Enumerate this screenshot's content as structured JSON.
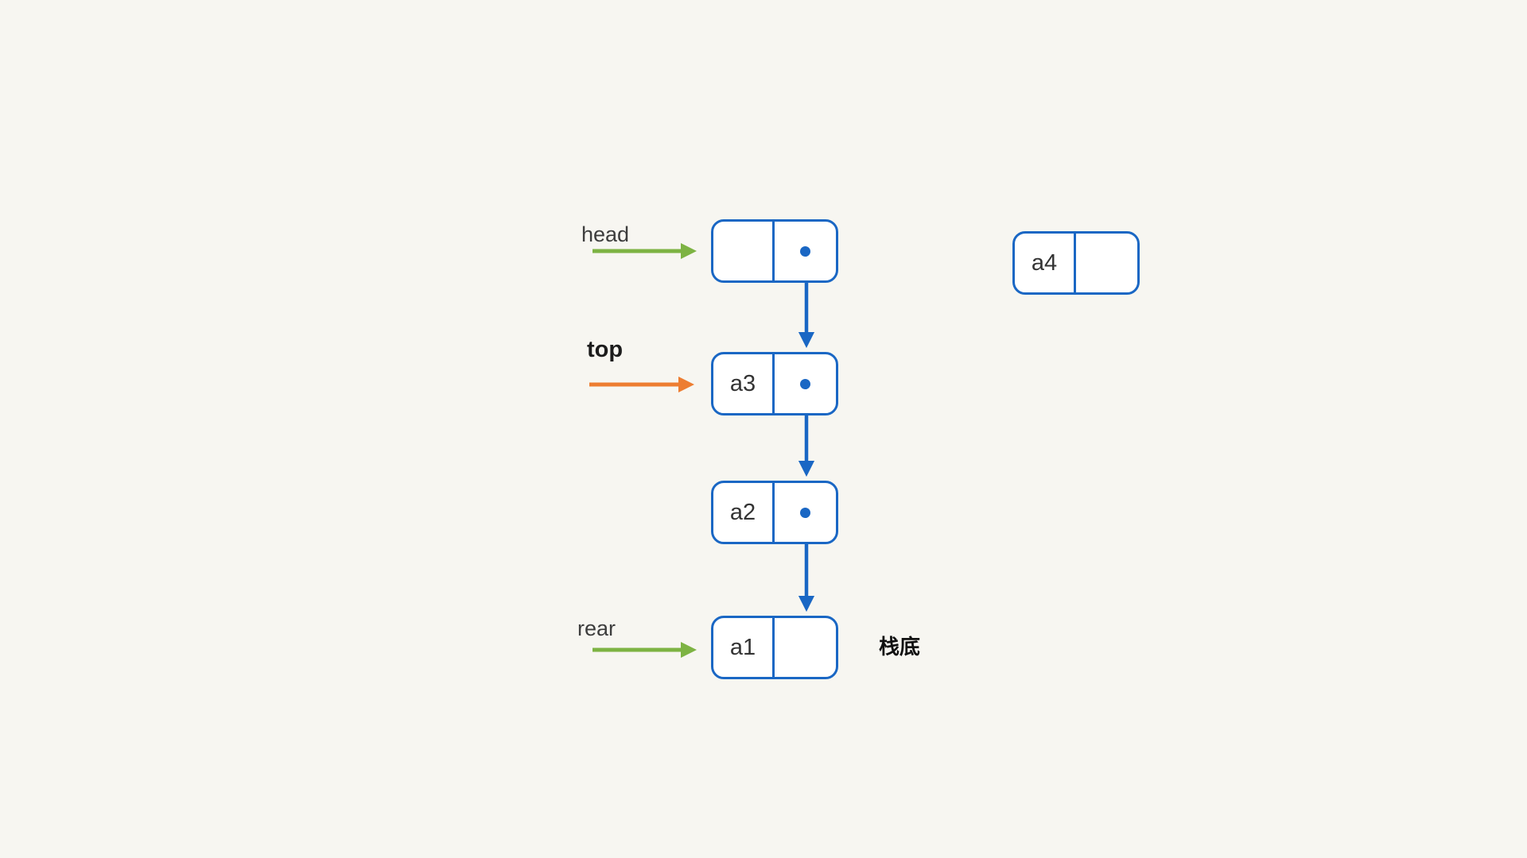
{
  "diagram": {
    "pointer_labels": {
      "head": "head",
      "top": "top",
      "rear": "rear"
    },
    "annotations": {
      "stack_bottom": "栈底"
    },
    "nodes": {
      "head": {
        "data": ""
      },
      "a3": {
        "data": "a3"
      },
      "a2": {
        "data": "a2"
      },
      "a1": {
        "data": "a1"
      },
      "a4": {
        "data": "a4"
      }
    },
    "colors": {
      "background": "#f7f6f1",
      "node_border": "#1a67c4",
      "arrow_blue": "#1a67c4",
      "arrow_green": "#7db343",
      "arrow_orange": "#ed7d31",
      "label_text": "#3d3d3d",
      "node_text": "#333333"
    }
  }
}
